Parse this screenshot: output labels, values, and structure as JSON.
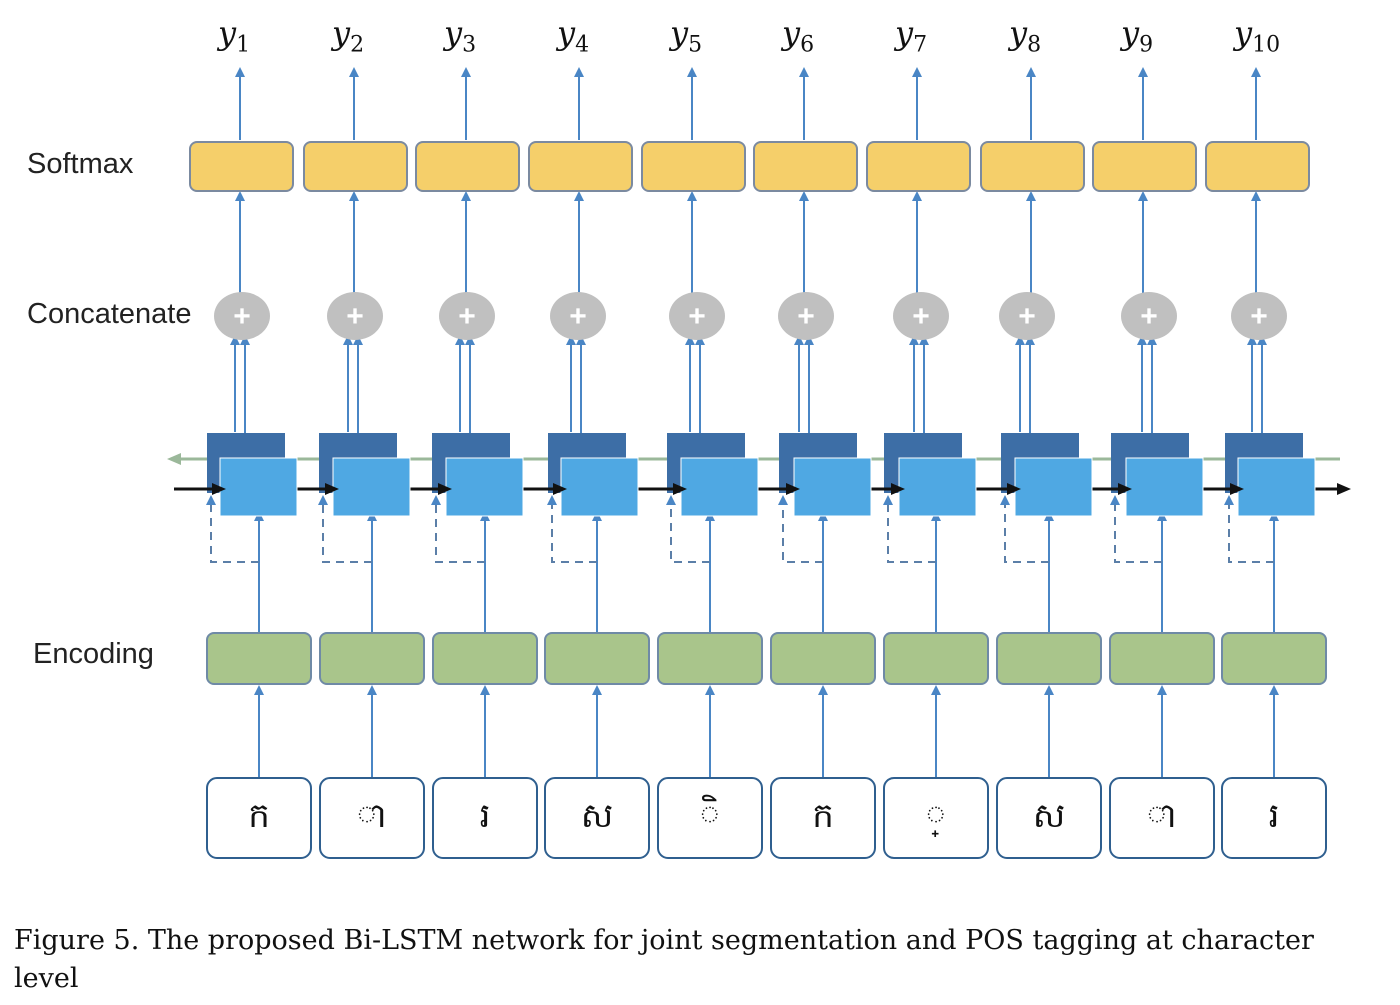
{
  "diagram": {
    "labels": {
      "softmax": "Softmax",
      "concatenate": "Concatenate",
      "encoding": "Encoding"
    },
    "outputs": [
      "1",
      "2",
      "3",
      "4",
      "5",
      "6",
      "7",
      "8",
      "9",
      "10"
    ],
    "output_symbol": "y",
    "concat_symbol": "+",
    "input_chars": [
      "ក",
      "◌ា",
      "រ",
      "ស",
      "◌ិ",
      "ក",
      "◌្",
      "ស",
      "◌ា",
      "រ"
    ],
    "colors": {
      "softmax_fill": "#f5cf6a",
      "encoding_fill": "#a9c58b",
      "lstm_front": "#4fa8e3",
      "lstm_back": "#3d6ea6",
      "arrow": "#4a86c5",
      "concat": "#c0c0c0"
    }
  },
  "caption": {
    "text": "Figure 5.  The proposed Bi-LSTM network for joint segmentation and POS tagging at character level"
  }
}
